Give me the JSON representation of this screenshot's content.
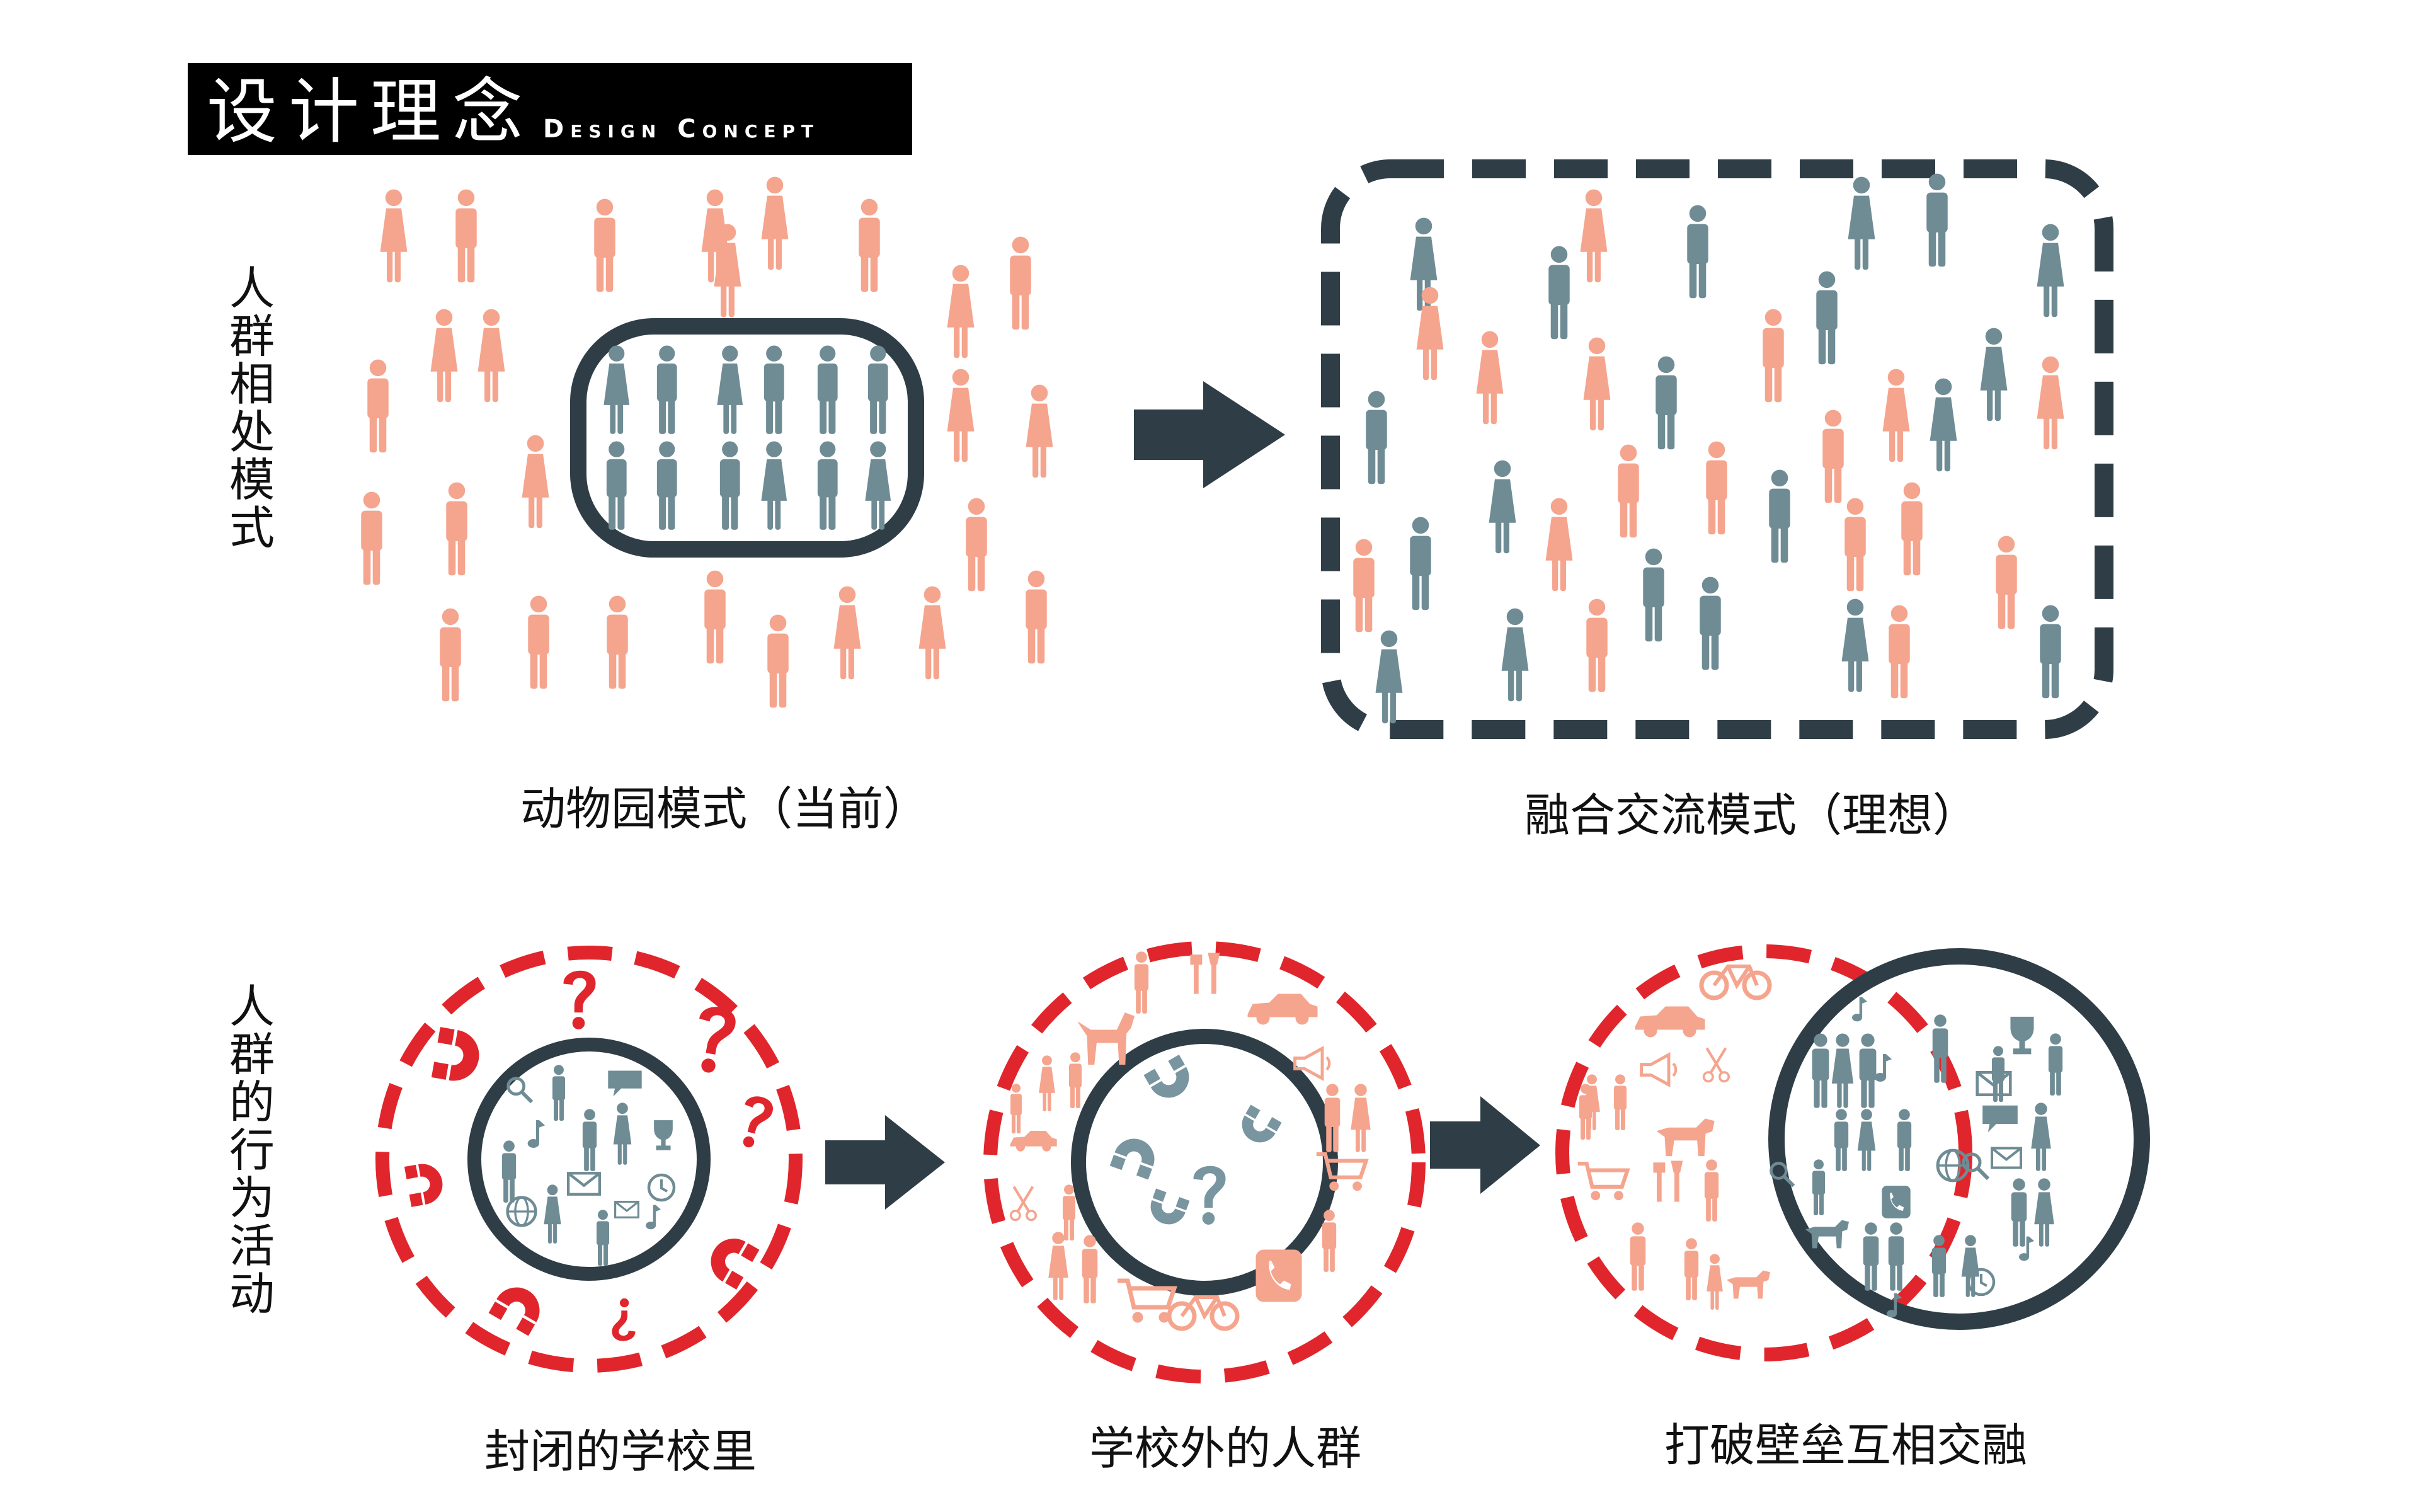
{
  "header": {
    "title_cn": "设计理念",
    "title_en": "Design Concept"
  },
  "rows": {
    "row1_label": "人群相处模式",
    "row2_label": "人群的行为活动"
  },
  "captions": {
    "zoo_mode": "动物园模式（当前）",
    "fusion_mode": "融合交流模式（理想）",
    "closed_school": "封闭的学校里",
    "outside_crowd": "学校外的人群",
    "break_barrier": "打破壁垒互相交融"
  },
  "colors": {
    "salmon": "#f5a48e",
    "slate": "#6f8c95",
    "dark": "#2f3e46",
    "red": "#e0262c",
    "question_blue": "#7895a0"
  },
  "icons": {
    "people": "person-icon",
    "arrow": "arrow-right-icon",
    "question": "question-mark-icon",
    "magnet": "magnet-icon",
    "car": "car-icon",
    "bicycle": "bicycle-icon",
    "cart": "shopping-cart-icon",
    "trophy": "trophy-icon",
    "music": "music-note-icon",
    "globe": "globe-icon",
    "mail": "mail-icon",
    "clock": "clock-icon",
    "dog": "dog-icon",
    "horse": "horse-icon",
    "tools": "tools-icon",
    "phone": "phone-icon",
    "megaphone": "megaphone-icon",
    "scissors": "scissors-icon",
    "search": "search-icon",
    "speech": "speech-bubble-icon"
  }
}
